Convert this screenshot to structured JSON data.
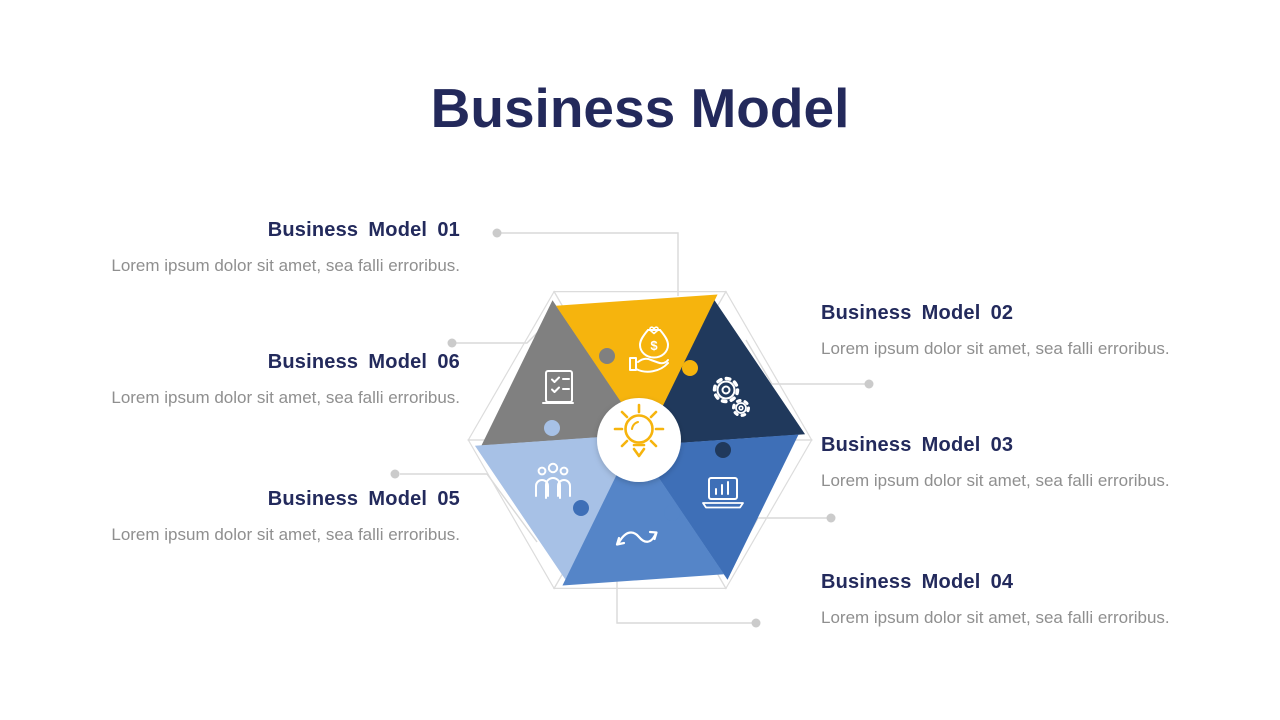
{
  "slide": {
    "title": "Business Model",
    "background": "#FFFFFF"
  },
  "items": [
    {
      "id": "01",
      "title": "Business Model 01",
      "body": "Lorem ipsum dolor sit amet, sea falli erroribus.",
      "side": "left-top",
      "icon": "money-hand-icon",
      "color": "#F6B40D"
    },
    {
      "id": "02",
      "title": "Business Model 02",
      "body": "Lorem ipsum dolor sit amet, sea falli erroribus.",
      "side": "right-top",
      "icon": "gears-icon",
      "color": "#20395C"
    },
    {
      "id": "03",
      "title": "Business Model 03",
      "body": "Lorem ipsum dolor sit amet, sea falli erroribus.",
      "side": "right-middle",
      "icon": "laptop-chart-icon",
      "color": "#3E6FB7"
    },
    {
      "id": "04",
      "title": "Business Model 04",
      "body": "Lorem ipsum dolor sit amet, sea falli erroribus.",
      "side": "right-bottom",
      "icon": "exchange-arrows-icon",
      "color": "#5585C8"
    },
    {
      "id": "05",
      "title": "Business Model 05",
      "body": "Lorem ipsum dolor sit amet, sea falli erroribus.",
      "side": "left-bottom",
      "icon": "team-icon",
      "color": "#A7C1E6"
    },
    {
      "id": "06",
      "title": "Business Model 06",
      "body": "Lorem ipsum dolor sit amet, sea falli erroribus.",
      "side": "left-middle",
      "icon": "checklist-icon",
      "color": "#808080"
    }
  ],
  "center": {
    "icon": "lightbulb-icon",
    "icon_color": "#F6B40D",
    "background": "#FFFFFF"
  },
  "colors": {
    "title_text": "#23295B",
    "heading_text": "#232A5C",
    "body_text": "#8F8F8F",
    "leader_line": "#D9D9D9",
    "leader_dot": "#CBCBCB",
    "outline": "#DCDCDC",
    "icon_stroke": "#FFFFFF"
  }
}
